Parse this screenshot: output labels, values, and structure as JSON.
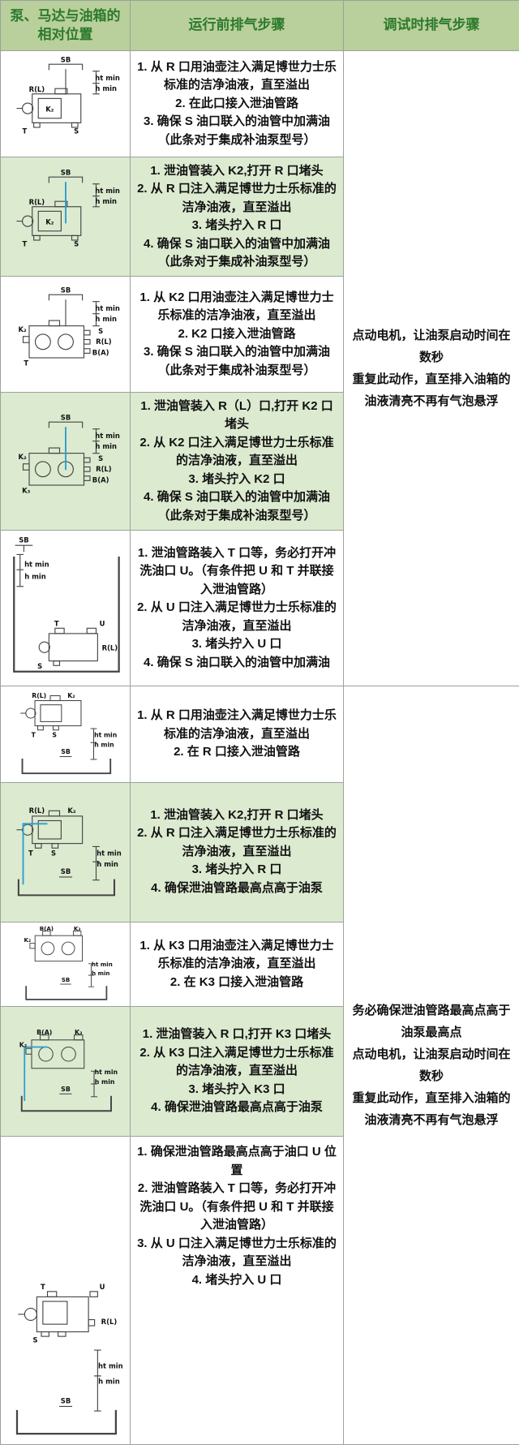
{
  "colors": {
    "header_bg": "#b9cf9c",
    "header_text": "#2c7a2c",
    "row_shaded_bg": "#dcead0",
    "border": "#9aa39a",
    "text": "#111111",
    "diagram_stroke": "#444444",
    "highlight_blue": "#2a9fd0"
  },
  "header": {
    "col1": "泵、马达与油箱的\n相对位置",
    "col2": "运行前排气步骤",
    "col3": "调试时排气步骤"
  },
  "rows": [
    {
      "shaded": false,
      "steps": [
        "1. 从 R 口用油壶注入满足博世力士乐标准的洁净油液，直至溢出",
        "2. 在此口接入泄油管路",
        "3. 确保 S 油口联入的油管中加满油（此条对于集成补油泵型号）"
      ],
      "diagram": {
        "variant": "p_below",
        "highlight": false,
        "labels": [
          "SB",
          "ht min",
          "h min",
          "R(L)",
          "K₂",
          "T",
          "S"
        ]
      }
    },
    {
      "shaded": true,
      "steps": [
        "1. 泄油管装入 K2,打开 R 口堵头",
        "2. 从 R 口注入满足博世力士乐标准的洁净油液，直至溢出",
        "3. 堵头拧入 R 口",
        "4. 确保 S 油口联入的油管中加满油（此条对于集成补油泵型号）"
      ],
      "diagram": {
        "variant": "p_below",
        "highlight": true,
        "labels": [
          "SB",
          "ht min",
          "h min",
          "R(L)",
          "K₂",
          "T",
          "S"
        ]
      }
    },
    {
      "shaded": false,
      "steps": [
        "1. 从 K2 口用油壶注入满足博世力士乐标准的洁净油液，直至溢出",
        "2. K2 口接入泄油管路",
        "3. 确保 S 油口联入的油管中加满油（此条对于集成补油泵型号）"
      ],
      "diagram": {
        "variant": "m_below",
        "highlight": false,
        "labels": [
          "SB",
          "ht min",
          "h min",
          "K₂",
          "S",
          "R(L)",
          "B(A)",
          "T"
        ]
      }
    },
    {
      "shaded": true,
      "steps": [
        "1. 泄油管装入 R（L）口,打开 K2 口堵头",
        "2. 从 K2 口注入满足博世力士乐标准的洁净油液，直至溢出",
        "3. 堵头拧入 K2 口",
        "4. 确保 S 油口联入的油管中加满油（此条对于集成补油泵型号）"
      ],
      "diagram": {
        "variant": "m_below",
        "highlight": true,
        "labels": [
          "SB",
          "ht min",
          "h min",
          "K₂",
          "S",
          "R(L)",
          "B(A)",
          "K₃"
        ]
      }
    },
    {
      "shaded": false,
      "steps": [
        "1. 泄油管路装入 T 口等，务必打开冲洗油口 U。（有条件把 U 和 T 并联接入泄油管路）",
        "2. 从 U 口注入满足博世力士乐标准的洁净油液，直至溢出",
        "3. 堵头拧入 U 口",
        "4. 确保 S 油口联入的油管中加满油"
      ],
      "diagram": {
        "variant": "tank_wrap",
        "highlight": false,
        "labels": [
          "SB",
          "ht min",
          "h min",
          "T",
          "U",
          "S",
          "R(L)"
        ]
      }
    },
    {
      "shaded": false,
      "steps": [
        "1. 从 R 口用油壶注入满足博世力士乐标准的洁净油液，直至溢出",
        "2. 在 R 口接入泄油管路"
      ],
      "diagram": {
        "variant": "p_above",
        "highlight": false,
        "labels": [
          "R(L)",
          "K₂",
          "T",
          "S",
          "SB",
          "ht min",
          "h min"
        ]
      }
    },
    {
      "shaded": true,
      "steps": [
        "1. 泄油管装入 K2,打开 R 口堵头",
        "2. 从 R 口注入满足博世力士乐标准的洁净油液，直至溢出",
        "3. 堵头拧入 R 口",
        "4. 确保泄油管路最高点高于油泵"
      ],
      "diagram": {
        "variant": "p_above",
        "highlight": true,
        "labels": [
          "R(L)",
          "K₂",
          "T",
          "S",
          "SB",
          "ht min",
          "h min"
        ]
      }
    },
    {
      "shaded": false,
      "steps": [
        "1. 从 K3 口用油壶注入满足博世力士乐标准的洁净油液，直至溢出",
        "2. 在 K3 口接入泄油管路"
      ],
      "diagram": {
        "variant": "m_above",
        "highlight": false,
        "labels": [
          "B(A)",
          "K₂",
          "K₃",
          "SB",
          "ht min",
          "h min"
        ]
      }
    },
    {
      "shaded": true,
      "steps": [
        "1. 泄油管装入 R 口,打开 K3 口堵头",
        "2. 从 K3 口注入满足博世力士乐标准的洁净油液，直至溢出",
        "3. 堵头拧入 K3 口",
        "4. 确保泄油管路最高点高于油泵"
      ],
      "diagram": {
        "variant": "m_above",
        "highlight": true,
        "labels": [
          "B(A)",
          "K₂",
          "K₃",
          "SB",
          "ht min",
          "h min"
        ]
      }
    },
    {
      "shaded": false,
      "steps": [
        "1. 确保泄油管路最高点高于油口 U 位置",
        "2. 泄油管路装入 T 口等，务必打开冲洗油口 U。（有条件把 U 和 T 并联接入泄油管路）",
        "3. 从 U 口注入满足博世力士乐标准的洁净油液，直至溢出",
        "4. 堵头拧入 U 口"
      ],
      "diagram": {
        "variant": "p_above_tall",
        "highlight": false,
        "labels": [
          "T",
          "U",
          "R(L)",
          "S",
          "SB",
          "ht min",
          "h min"
        ]
      }
    }
  ],
  "notes": [
    {
      "lines": [
        "点动电机，让油泵启动时间在数秒",
        "重复此动作，直至排入油箱的油液清亮不再有气泡悬浮"
      ]
    },
    {
      "lines": [
        "务必确保泄油管路最高点高于油泵最高点",
        "点动电机，让油泵启动时间在数秒",
        "重复此动作，直至排入油箱的油液清亮不再有气泡悬浮"
      ]
    }
  ]
}
